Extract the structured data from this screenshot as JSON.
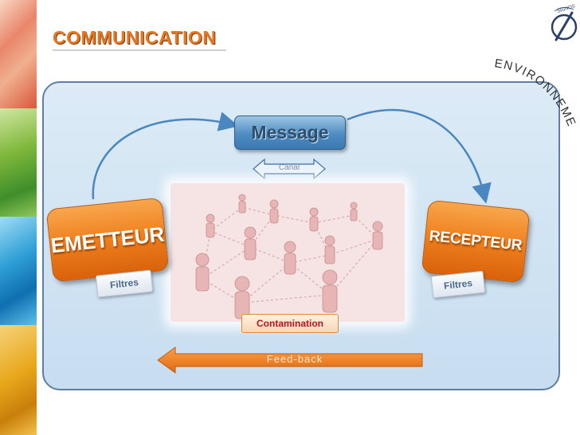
{
  "title": "COMMUNICATION",
  "environment_label": "ENVIRONNEMENT",
  "logo_text": "SIGNOS",
  "message": "Message",
  "channel": "Canal",
  "sender": "EMETTEUR",
  "receiver": "RECEPTEUR",
  "filter_left": "Filtres",
  "filter_right": "Filtres",
  "contamination": "Contamination",
  "feedback": "Feed-back",
  "colors": {
    "title": "#e87722",
    "sender_receiver": "#ee7f1d",
    "message_box": "#4f8cc1",
    "environment_border": "#5f7ea3",
    "feedback_arrow": "#ee7f1d",
    "contamination_text": "#c0121a"
  }
}
